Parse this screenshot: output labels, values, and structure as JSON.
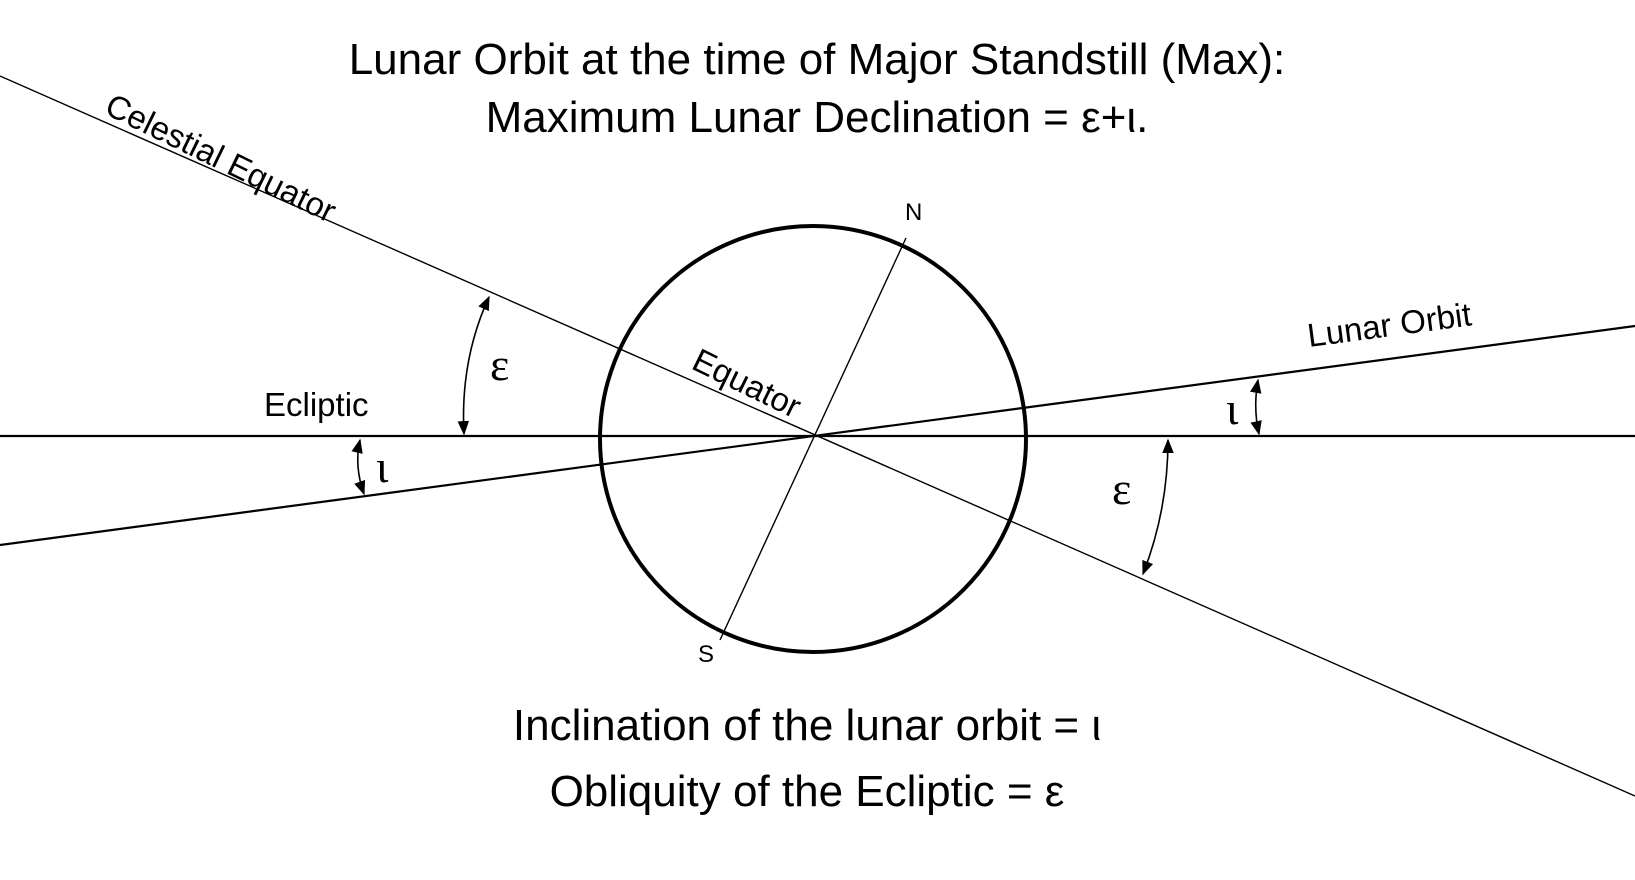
{
  "title": {
    "line1": "Lunar Orbit at the time of Major Standstill (Max):",
    "line2": "Maximum Lunar Declination = ε+ι."
  },
  "labels": {
    "celestial_equator": "Celestial Equator",
    "ecliptic": "Ecliptic",
    "lunar_orbit": "Lunar Orbit",
    "equator": "Equator",
    "north": "N",
    "south": "S",
    "epsilon": "ε",
    "iota": "ι"
  },
  "caption": {
    "line1": "Inclination of the lunar orbit = ι",
    "line2": "Obliquity of the Ecliptic = ε"
  }
}
